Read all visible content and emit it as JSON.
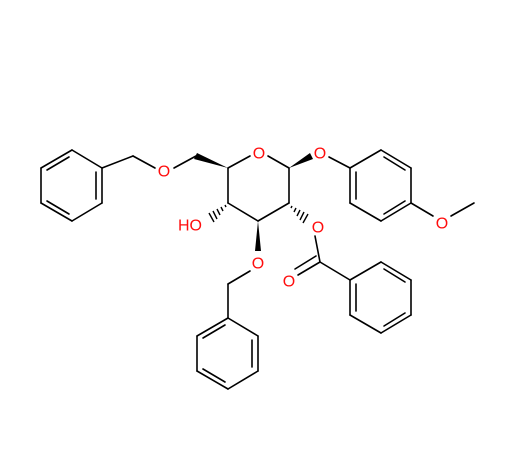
{
  "molecule": {
    "colors": {
      "bond": "#000000",
      "oxygen": "#ff0d0d"
    },
    "labels": {
      "ring_oxygen": "O",
      "anomeric_oxygen": "O",
      "methoxy_oxygen": "O",
      "ester_oxygen": "O",
      "carbonyl_oxygen": "O",
      "benzyl_oxygen_c3": "O",
      "benzyl_oxygen_c6": "O",
      "hydroxyl": "HO"
    }
  }
}
